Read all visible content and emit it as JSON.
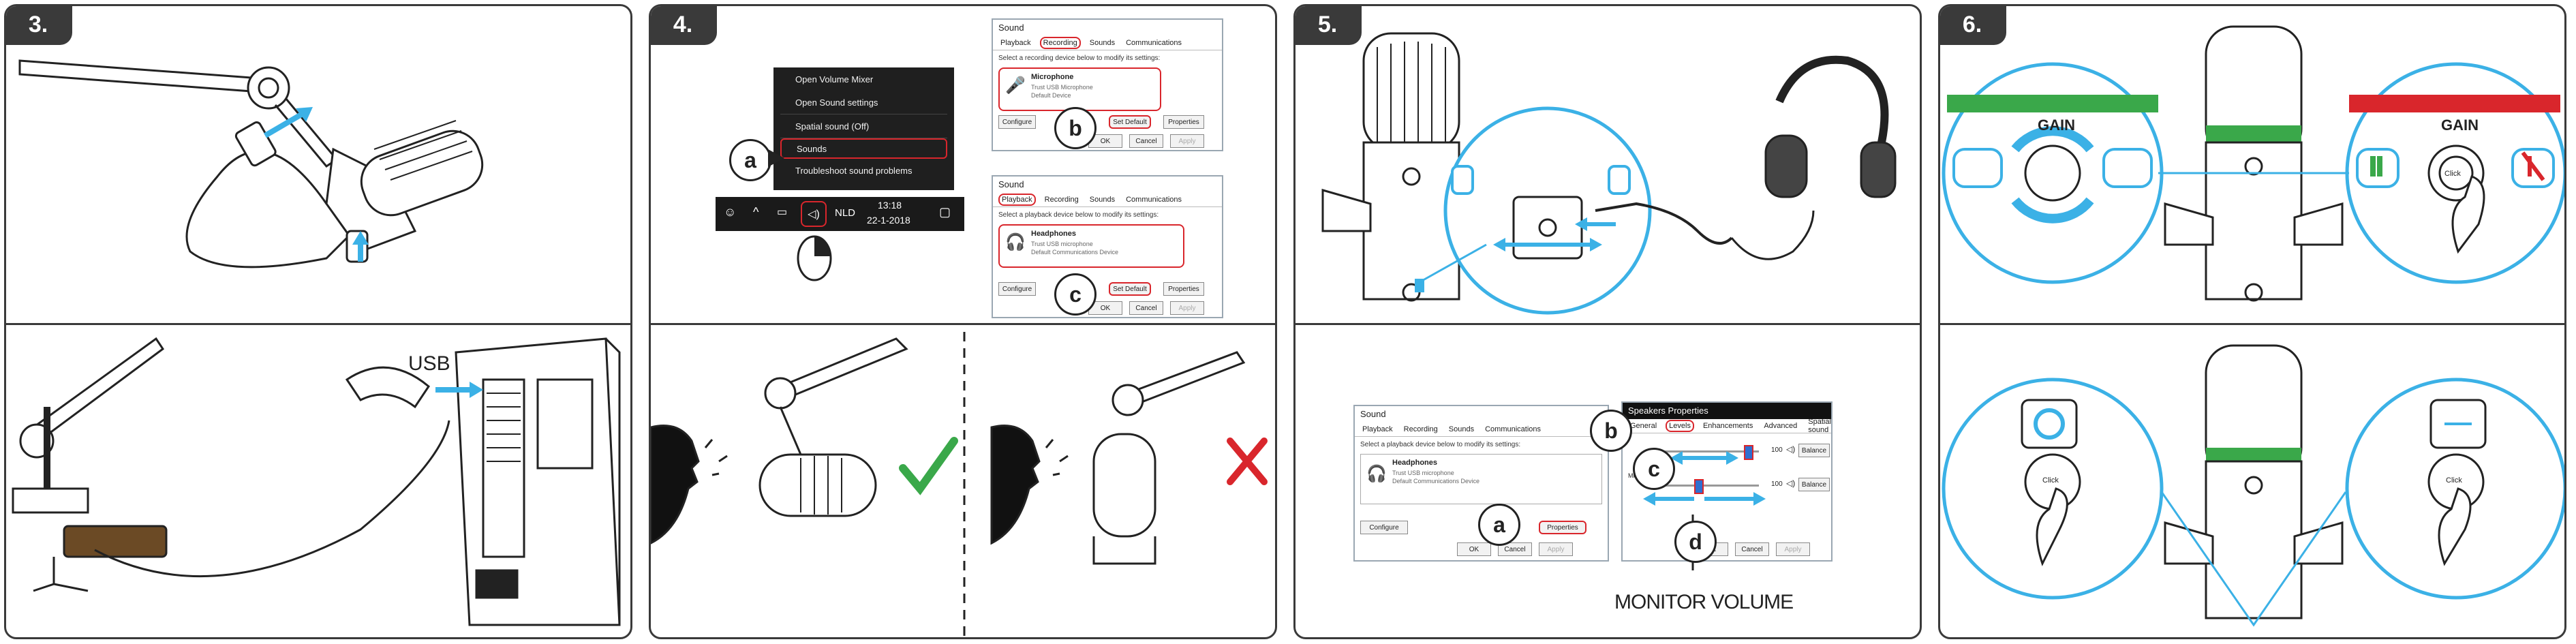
{
  "steps": [
    {
      "number": "3."
    },
    {
      "number": "4."
    },
    {
      "number": "5."
    },
    {
      "number": "6."
    }
  ],
  "step3": {
    "usb_label": "USB"
  },
  "step4": {
    "context_menu": [
      "Open Volume Mixer",
      "Open Sound settings",
      "Spatial sound (Off)",
      "Sounds",
      "Troubleshoot sound problems"
    ],
    "taskbar": {
      "lang": "NLD",
      "time": "13:18",
      "date": "22-1-2018"
    },
    "recording_window": {
      "title": "Sound",
      "tabs": [
        "Playback",
        "Recording",
        "Sounds",
        "Communications"
      ],
      "hint": "Select a recording device below to modify its settings:",
      "device_name": "Microphone",
      "device_sub1": "Trust USB Microphone",
      "device_sub2": "Default Device",
      "buttons": [
        "Configure",
        "Set Default",
        "Properties",
        "OK",
        "Cancel",
        "Apply"
      ]
    },
    "playback_window": {
      "title": "Sound",
      "tabs": [
        "Playback",
        "Recording",
        "Sounds",
        "Communications"
      ],
      "hint": "Select a playback device below to modify its settings:",
      "device_name": "Headphones",
      "device_sub1": "Trust USB microphone",
      "device_sub2": "Default Communications Device",
      "buttons": [
        "Configure",
        "Set Default",
        "Properties",
        "OK",
        "Cancel",
        "Apply"
      ]
    },
    "letters": [
      "a",
      "b",
      "c"
    ]
  },
  "step5": {
    "sound_window": {
      "title": "Sound",
      "tabs": [
        "Playback",
        "Recording",
        "Sounds",
        "Communications"
      ],
      "hint": "Select a playback device below to modify its settings:",
      "device_name": "Headphones",
      "device_sub1": "Trust USB microphone",
      "device_sub2": "Default Communications Device",
      "buttons": [
        "Configure",
        "Properties",
        "OK",
        "Cancel",
        "Apply"
      ]
    },
    "speakers_window": {
      "title": "Speakers Properties",
      "tabs": [
        "General",
        "Levels",
        "Enhancements",
        "Advanced",
        "Spatial sound"
      ],
      "row2_label": "Microphone",
      "value1": "100",
      "value2": "100",
      "balance": "Balance",
      "buttons": [
        "OK",
        "Cancel",
        "Apply"
      ]
    },
    "letters": [
      "a",
      "b",
      "c",
      "d"
    ],
    "monitor_volume": "MONITOR VOLUME"
  },
  "step6": {
    "gain_label": "GAIN",
    "click_label": "Click"
  },
  "colors": {
    "accent_blue": "#3bb1e6",
    "green": "#3aa84a",
    "red": "#d9262c",
    "frame": "#3a3a3a"
  }
}
